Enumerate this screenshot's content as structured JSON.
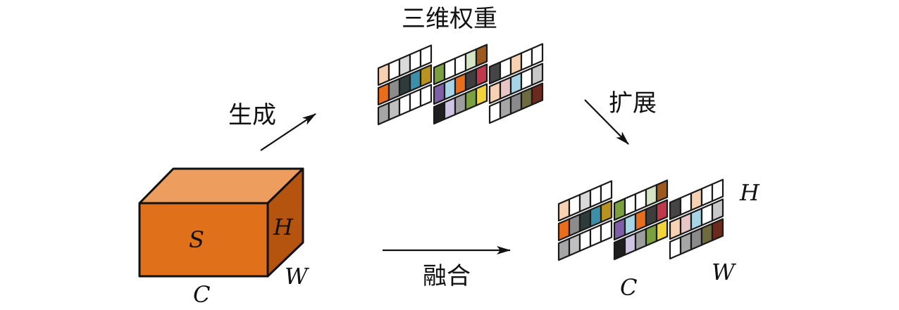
{
  "labels": {
    "top_title": "三维权重",
    "generate": "生成",
    "expand": "扩展",
    "fuse": "融合"
  },
  "cube": {
    "face_label": "S",
    "height_label": "H",
    "depth_label": "W",
    "width_label": "C",
    "colors": {
      "front": "#E0701A",
      "top": "#ED9E5F",
      "side": "#B5540F"
    }
  },
  "expanded": {
    "height_label": "H",
    "width_label": "W",
    "channel_label": "C"
  },
  "weights": {
    "groups": [
      {
        "rows": [
          [
            "#F6D1B4",
            "#FFFFFF",
            "#D9D9D9",
            "#FFFFFF",
            "#FFFFFF"
          ],
          [
            "#E86E1C",
            "#8C8C8C",
            "#2E3B3B",
            "#3C8FA8",
            "#B8941E"
          ],
          [
            "#A6A6A6",
            "#BFBFBF",
            "#FFFFFF",
            "#FFFFFF",
            "#FFFFFF"
          ]
        ]
      },
      {
        "rows": [
          [
            "#7BA040",
            "#FFFFFF",
            "#FFFFFF",
            "#D6E4C6",
            "#9E5A1E"
          ],
          [
            "#7E5FA8",
            "#A8D5E6",
            "#E86E1C",
            "#3E3E3E",
            "#C0394A"
          ],
          [
            "#1E1E1E",
            "#CFC5E3",
            "#9E9E9E",
            "#7BA040",
            "#F2D33A"
          ]
        ]
      },
      {
        "rows": [
          [
            "#454545",
            "#FFFFFF",
            "#F6D1B4",
            "#FFFFFF",
            "#FFFFFF"
          ],
          [
            "#F6D1B4",
            "#E8C6C6",
            "#A8D5E6",
            "#FFFFFF",
            "#C8C8C8"
          ],
          [
            "#FFFFFF",
            "#A6A6A6",
            "#8A8A8A",
            "#6E6B3E",
            "#6B2A1E"
          ]
        ]
      }
    ]
  }
}
